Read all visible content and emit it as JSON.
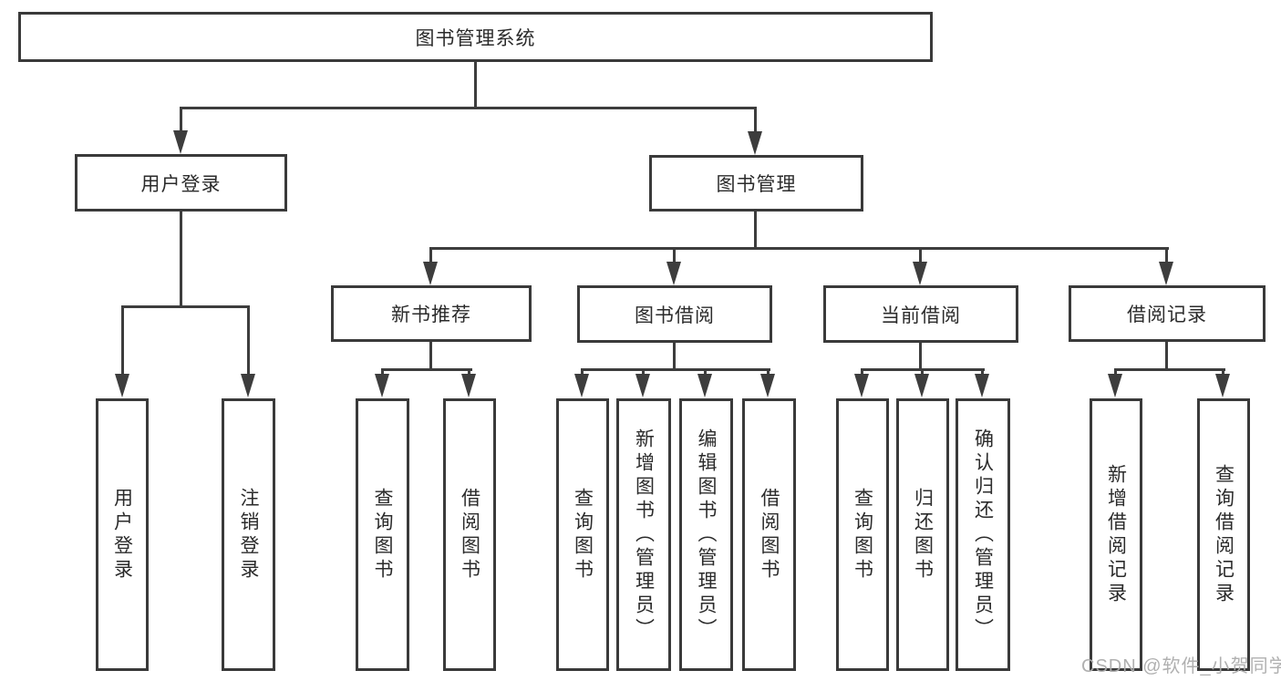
{
  "tree": {
    "root": "图书管理系统",
    "login": {
      "label": "用户登录",
      "children": [
        "用户登录",
        "注销登录"
      ]
    },
    "mgmt": {
      "label": "图书管理",
      "sections": {
        "recommend": {
          "label": "新书推荐",
          "children": [
            "查询图书",
            "借阅图书"
          ]
        },
        "borrow": {
          "label": "图书借阅",
          "children": [
            "查询图书",
            "新增图书（管理员）",
            "编辑图书（管理员）",
            "借阅图书"
          ]
        },
        "current": {
          "label": "当前借阅",
          "children": [
            "查询图书",
            "归还图书",
            "确认归还（管理员）"
          ]
        },
        "records": {
          "label": "借阅记录",
          "children": [
            "新增借阅记录",
            "查询借阅记录"
          ]
        }
      }
    }
  },
  "watermark": "CSDN @软件_小贺同学",
  "colors": {
    "line": "#3d3d3d",
    "box_border": "#3a3a3a",
    "text": "#2b2b2b",
    "watermark": "#acacac",
    "background": "#ffffff"
  }
}
